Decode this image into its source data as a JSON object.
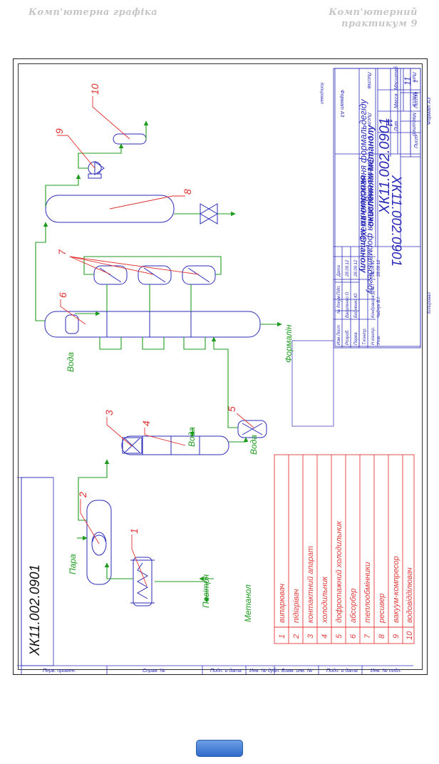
{
  "header": {
    "left": "Комп'ютерна графіка",
    "right_line1": "Комп'ютерний",
    "right_line2": "практикум 9"
  },
  "drawing": {
    "code": "ХК11.002.0901",
    "code_side": "ХК11.002.0901",
    "title_line1": "Схема отримання формальдегіду",
    "title_line2": "окисленням метанолу",
    "sheet_number": "11",
    "sheet_label": "Лист",
    "sheet_value": "1",
    "format": "Формат А3",
    "lit_label": "Лит",
    "mass_label": "Масса",
    "scale_label": "Масштаб",
    "listiv_label": "Листів",
    "copied": "Копировал"
  },
  "title_block_rows": [
    {
      "label": "Изм Лист",
      "col2": "№ докум.",
      "col3": "Підп.",
      "col4": "Дата"
    },
    {
      "label": "Розроб.",
      "col2": "Василенко О.",
      "col3": "",
      "col4": "28.09.12"
    },
    {
      "label": "Перев.",
      "col2": "Бойченко Ю.",
      "col3": "",
      "col4": "28.09.12"
    },
    {
      "label": "Т.контр.",
      "col2": "",
      "col3": "",
      "col4": ""
    },
    {
      "label": "Н.контр.",
      "col2": "Кондрашов Д.М.",
      "col3": "",
      "col4": "28.09.12"
    },
    {
      "label": "Утв.",
      "col2": "Чайчук В.І.",
      "col3": "",
      "col4": "28.09.12"
    }
  ],
  "legend": [
    {
      "num": "1",
      "name": "випарювач"
    },
    {
      "num": "2",
      "name": "підігрівач"
    },
    {
      "num": "3",
      "name": "контактний апарат"
    },
    {
      "num": "4",
      "name": "холодильник"
    },
    {
      "num": "5",
      "name": "дофротажний холодильник"
    },
    {
      "num": "6",
      "name": "абсорбер"
    },
    {
      "num": "7",
      "name": "теплообмінники"
    },
    {
      "num": "8",
      "name": "ресивер"
    },
    {
      "num": "9",
      "name": "вакуум-компресор"
    },
    {
      "num": "10",
      "name": "водовідділювач"
    }
  ],
  "flow_labels": {
    "steam": "Пара",
    "air": "Повітря",
    "methanol": "Метанол",
    "water_4": "Вода",
    "water_5": "Вода",
    "water_6": "Вода",
    "formalin": "Формалін"
  },
  "equipment_numbers": [
    "1",
    "2",
    "3",
    "4",
    "5",
    "6",
    "7",
    "8",
    "9",
    "10"
  ],
  "side_stamps": [
    "Перв. примен.",
    "Справ. №",
    "Подп. и дата",
    "Инв. № дубл.",
    "Взам. инв. №",
    "Подп. и дата",
    "Инв. № подл."
  ],
  "colors": {
    "line_blue": "#2b2bb8",
    "leader_red": "#e03030",
    "flow_green": "#1f9a1f",
    "legend_red": "#e23a3a",
    "nav_button": "#3a76d2"
  }
}
